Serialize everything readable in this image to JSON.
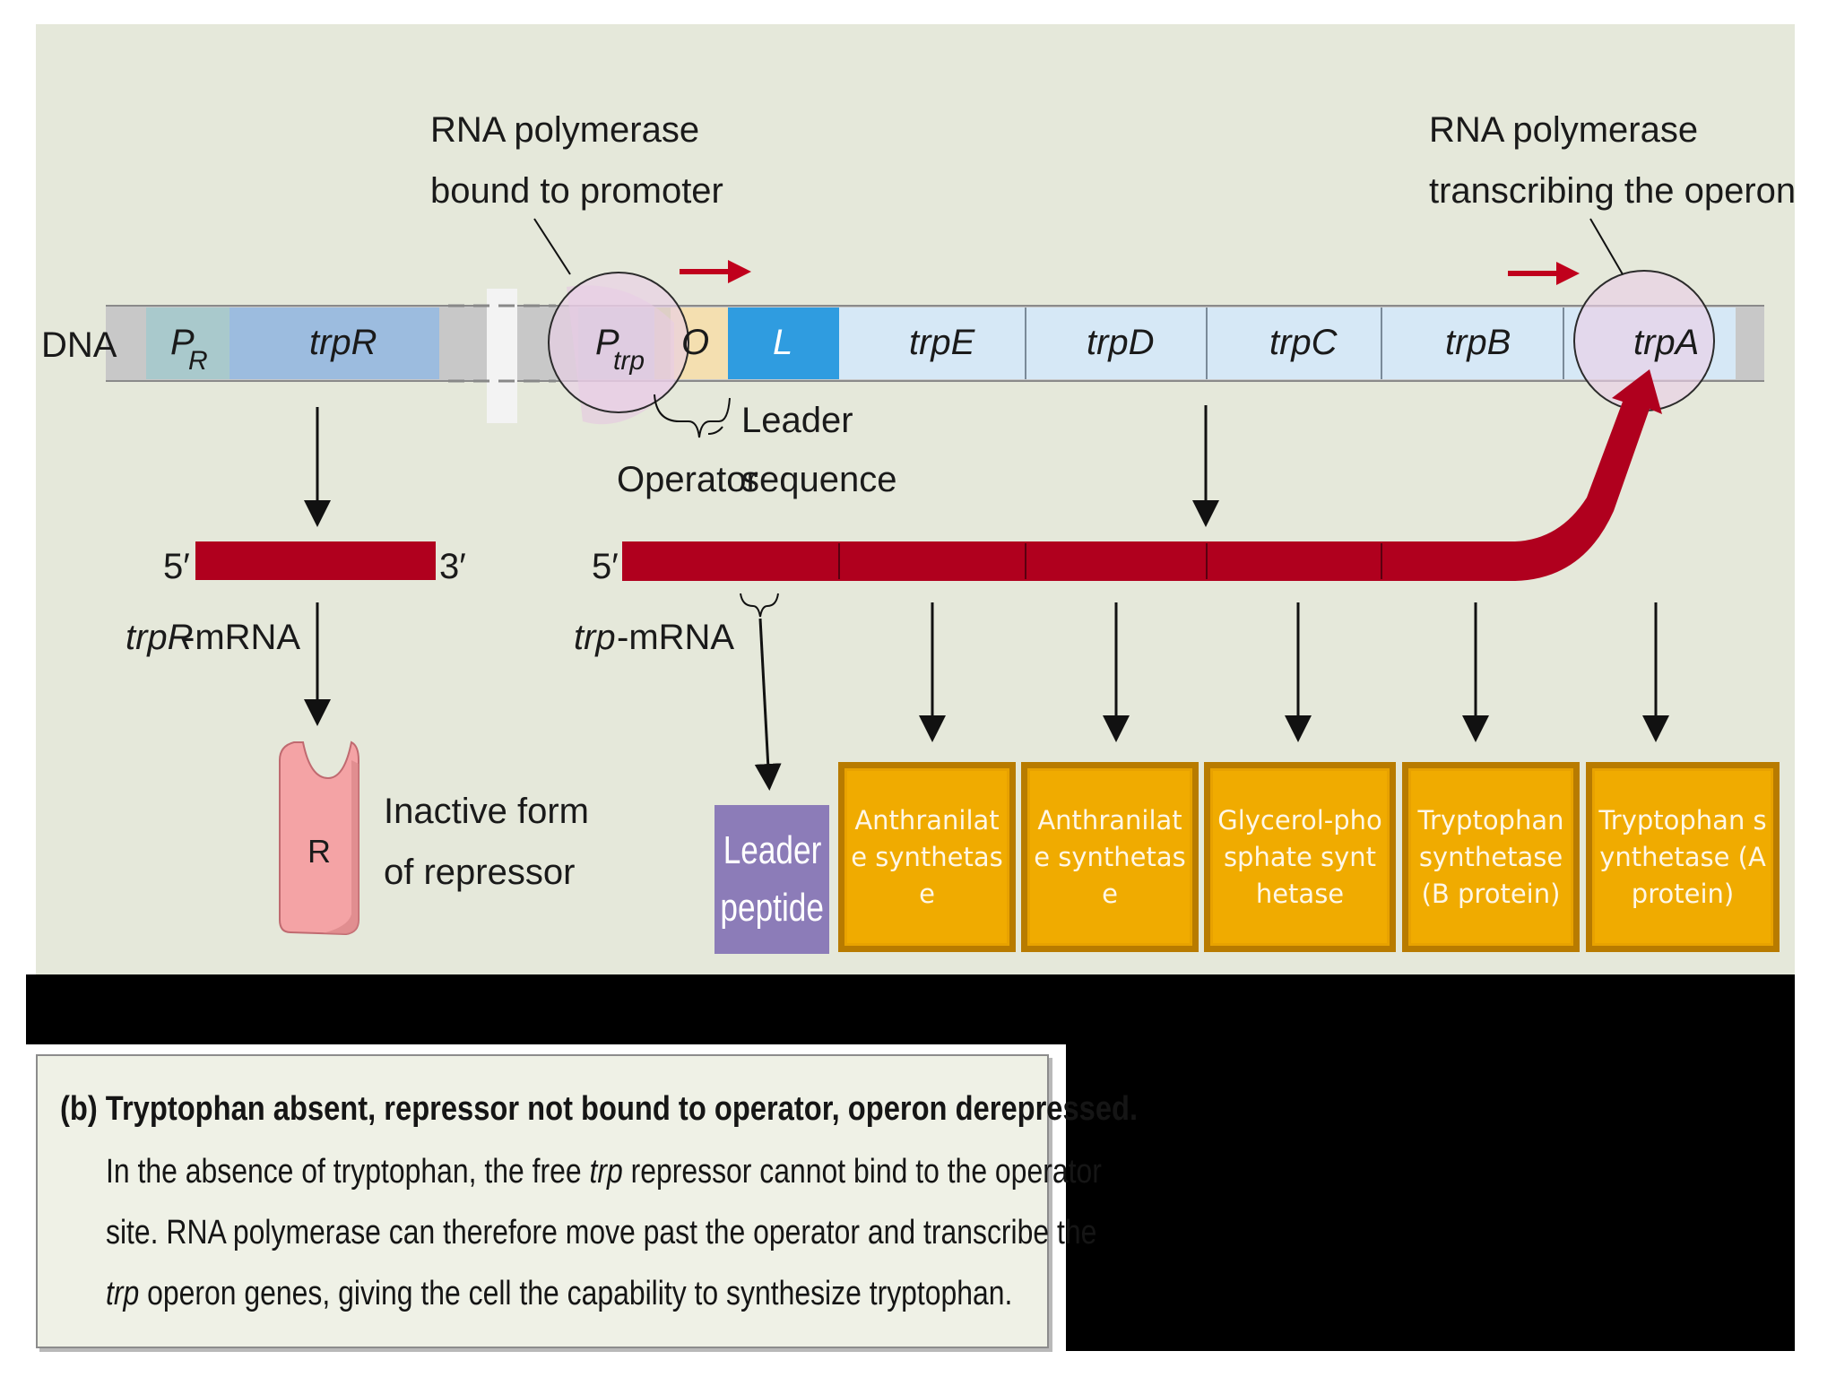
{
  "labels": {
    "dna": "DNA",
    "pr": "P",
    "pr_sub": "R",
    "trpR": "trpR",
    "ptrp": "P",
    "ptrp_sub": "trp",
    "operator_o": "O",
    "leader_l": "L",
    "trpE": "trpE",
    "trpD": "trpD",
    "trpC": "trpC",
    "trpB": "trpB",
    "trpA": "trpA",
    "rnap_left_1": "RNA polymerase",
    "rnap_left_2": "bound to promoter",
    "rnap_right_1": "RNA polymerase",
    "rnap_right_2": "transcribing the operon",
    "operator": "Operator",
    "leader_1": "Leader",
    "leader_2": "sequence",
    "five_prime": "5′",
    "three_prime": "3′",
    "trpR_mrna_italic": "trpR",
    "trpR_mrna_rest": "-mRNA",
    "trp_mrna_italic": "trp",
    "trp_mrna_rest": "-mRNA",
    "repressor_r": "R",
    "inactive_1": "Inactive form",
    "inactive_2": "of repressor"
  },
  "leader_peptide": {
    "line1": "Leader",
    "line2": "peptide"
  },
  "enzymes": [
    "Anthranilate synthetase",
    "Anthranilate synthetase",
    "Glycerol-phosphate synthetase",
    "Tryptophan synthetase (B protein)",
    "Tryptophan synthetase (A protein)"
  ],
  "caption": {
    "title": "(b) Tryptophan absent, repressor not bound to operator, operon derepressed.",
    "line1_a": "In the absence of tryptophan, the free ",
    "line1_it": "trp",
    "line1_b": " repressor cannot bind to the operator",
    "line2": "site. RNA polymerase can therefore move past the operator and transcribe the",
    "line3_it": "trp",
    "line3_b": " operon genes, giving the cell the capability to synthesize tryptophan."
  },
  "colors": {
    "mrna_red": "#b0001e",
    "enzyme_orange": "#f0ab00",
    "enzyme_border": "#b87b00",
    "polymerase_pink": "#e9cfe6",
    "leader_blue": "#2f9ce0",
    "gene_light_blue": "#d6e8f6",
    "trpR_blue": "#9cbcdf",
    "leader_peptide_purple": "#8c7cb8",
    "repressor_pink": "#f4a3a5"
  }
}
